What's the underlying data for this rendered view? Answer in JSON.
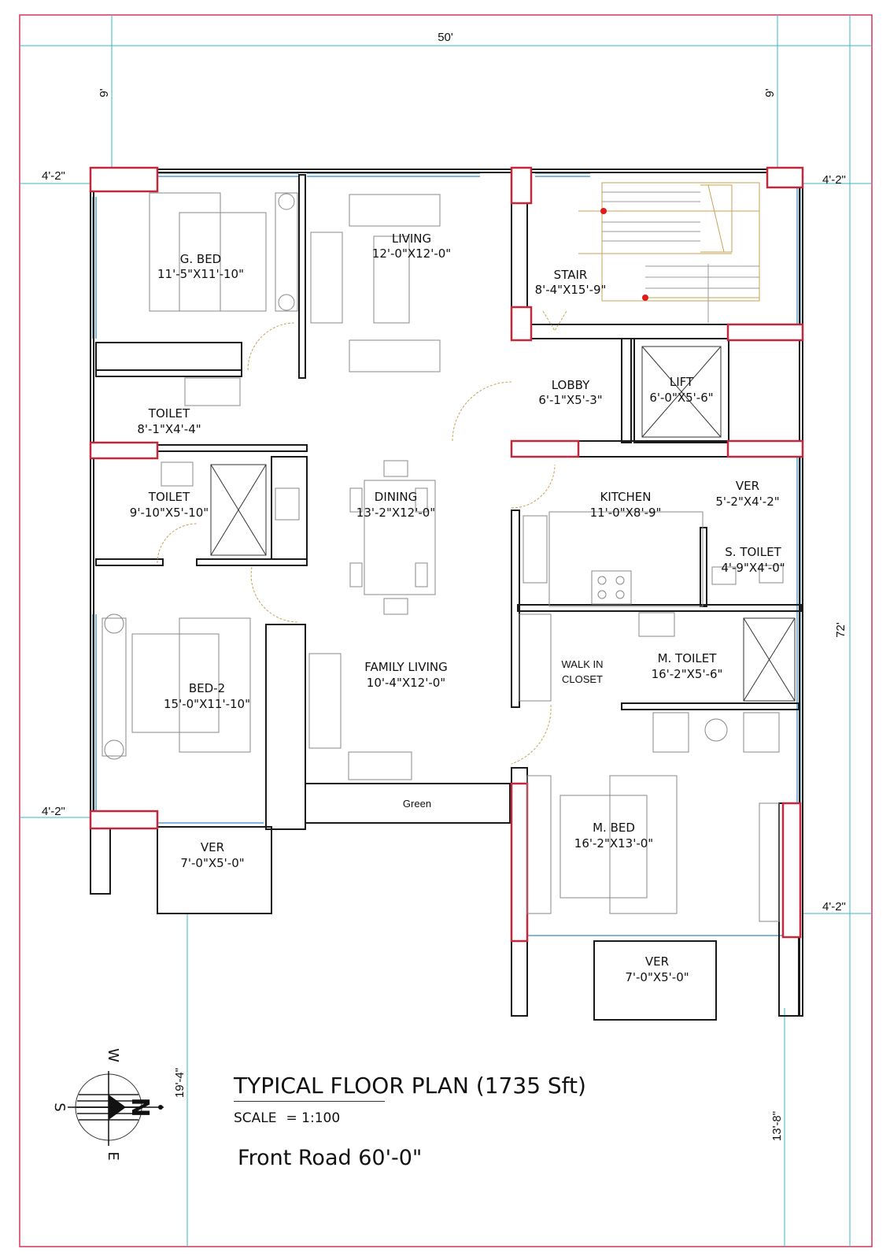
{
  "plot": {
    "width_label": "50'",
    "length_label": "72'",
    "setback_top_left": "9'",
    "setback_top_right": "9'",
    "setback_left_upper": "4'-2\"",
    "setback_right_upper": "4'-2\"",
    "setback_left_lower": "4'-2\"",
    "setback_right_lower": "4'-2\"",
    "setback_bottom_left": "19'-4\"",
    "setback_bottom_right": "13'-8\""
  },
  "rooms": {
    "g_bed": {
      "name": "G. BED",
      "size": "11'-5\"X11'-10\""
    },
    "living": {
      "name": "LIVING",
      "size": "12'-0\"X12'-0\""
    },
    "stair": {
      "name": "STAIR",
      "size": "8'-4\"X15'-9\""
    },
    "lobby": {
      "name": "LOBBY",
      "size": "6'-1\"X5'-3\""
    },
    "lift": {
      "name": "LIFT",
      "size": "6'-0\"X5'-6\""
    },
    "toilet_1": {
      "name": "TOILET",
      "size": "8'-1\"X4'-4\""
    },
    "toilet_2": {
      "name": "TOILET",
      "size": "9'-10\"X5'-10\""
    },
    "dining": {
      "name": "DINING",
      "size": "13'-2\"X12'-0\""
    },
    "kitchen": {
      "name": "KITCHEN",
      "size": "11'-0\"X8'-9\""
    },
    "ver_kitchen": {
      "name": "VER",
      "size": "5'-2\"X4'-2\""
    },
    "s_toilet": {
      "name": "S. TOILET",
      "size": "4'-9\"X4'-0\""
    },
    "bed_2": {
      "name": "BED-2",
      "size": "15'-0\"X11'-10\""
    },
    "family_living": {
      "name": "FAMILY LIVING",
      "size": "10'-4\"X12'-0\""
    },
    "walk_in_closet": {
      "line1": "WALK IN",
      "line2": "CLOSET"
    },
    "m_toilet": {
      "name": "M. TOILET",
      "size": "16'-2\"X5'-6\""
    },
    "green": {
      "name": "Green"
    },
    "m_bed": {
      "name": "M. BED",
      "size": "16'-2\"X13'-0\""
    },
    "ver_left": {
      "name": "VER",
      "size": "7'-0\"X5'-0\""
    },
    "ver_right": {
      "name": "VER",
      "size": "7'-0\"X5'-0\""
    }
  },
  "compass": {
    "north": "N",
    "south": "S",
    "east": "E",
    "west": "W"
  },
  "title": {
    "main": "TYPICAL FLOOR PLAN  (1735 Sft)",
    "scale_label": "SCALE",
    "scale_value": "= 1:100",
    "road": "Front Road 60'-0\""
  },
  "colors": {
    "border": "#d4365a",
    "dimension": "#35b7c9",
    "wall": "#1a1a1a",
    "column": "#c0283c",
    "window": "#7fb6d9",
    "stair": "#c9a253",
    "marker": "#e01b1b"
  }
}
